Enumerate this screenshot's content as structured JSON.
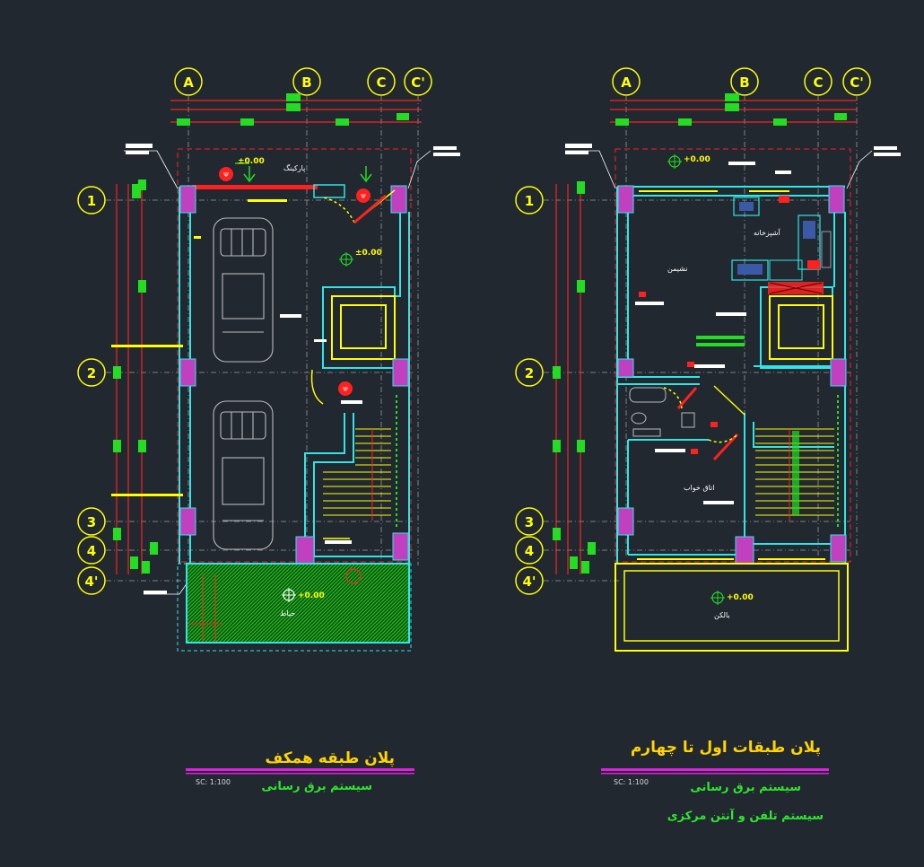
{
  "grid_columns": [
    "A",
    "B",
    "C",
    "C'"
  ],
  "grid_rows": [
    "1",
    "2",
    "3",
    "4",
    "4'"
  ],
  "left_plan": {
    "title": "پلان طبقه همکف",
    "subtitle": "سیستم برق‌ رسانی",
    "scale": "SC: 1:100",
    "level_top": "±0.00",
    "level_mid": "±0.00",
    "level_yard": "+0.00",
    "label_entrance": "پارکینگ",
    "label_yard": "حیاط"
  },
  "right_plan": {
    "title": "پلان طبقات اول تا چهارم",
    "subtitle_1": "سیستم برق‌ رسانی",
    "subtitle_2": "سیستم تلفن و آنتن مرکزی",
    "scale": "SC: 1:100",
    "level_top": "+0.00",
    "level_balcony": "+0.00",
    "label_kitchen": "آشپزخانه",
    "label_living": "نشیمن",
    "label_bedroom": "اتاق خواب",
    "label_balcony": "بالکن"
  },
  "colors": {
    "background": "#212830",
    "grid_bubble": "#ffff00",
    "dim_red": "#ff2020",
    "dim_green": "#22dd22",
    "wall": "#2ee6e6",
    "column": "#c040c0",
    "title": "#ffd400",
    "underline": "#e020e0"
  }
}
